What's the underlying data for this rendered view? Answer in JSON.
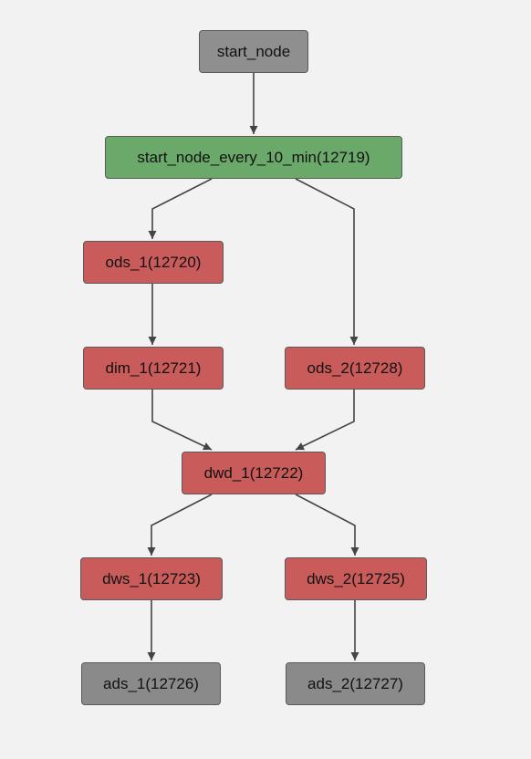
{
  "colors": {
    "background": "#f2f2f2",
    "start": "#8f8f8f",
    "running": "#6aa96a",
    "failed": "#c95b5b",
    "pending": "#8a8a8a",
    "edge": "#444444"
  },
  "dag": {
    "nodes": [
      {
        "id": "start_node",
        "label": "start_node",
        "status": "start"
      },
      {
        "id": "every_10_min",
        "label": "start_node_every_10_min(12719)",
        "status": "running"
      },
      {
        "id": "ods_1",
        "label": "ods_1(12720)",
        "status": "failed"
      },
      {
        "id": "dim_1",
        "label": "dim_1(12721)",
        "status": "failed"
      },
      {
        "id": "ods_2",
        "label": "ods_2(12728)",
        "status": "failed"
      },
      {
        "id": "dwd_1",
        "label": "dwd_1(12722)",
        "status": "failed"
      },
      {
        "id": "dws_1",
        "label": "dws_1(12723)",
        "status": "failed"
      },
      {
        "id": "dws_2",
        "label": "dws_2(12725)",
        "status": "failed"
      },
      {
        "id": "ads_1",
        "label": "ads_1(12726)",
        "status": "pending"
      },
      {
        "id": "ads_2",
        "label": "ads_2(12727)",
        "status": "pending"
      }
    ],
    "edges": [
      [
        "start_node",
        "every_10_min"
      ],
      [
        "every_10_min",
        "ods_1"
      ],
      [
        "every_10_min",
        "ods_2"
      ],
      [
        "ods_1",
        "dim_1"
      ],
      [
        "dim_1",
        "dwd_1"
      ],
      [
        "ods_2",
        "dwd_1"
      ],
      [
        "dwd_1",
        "dws_1"
      ],
      [
        "dwd_1",
        "dws_2"
      ],
      [
        "dws_1",
        "ads_1"
      ],
      [
        "dws_2",
        "ads_2"
      ]
    ]
  }
}
